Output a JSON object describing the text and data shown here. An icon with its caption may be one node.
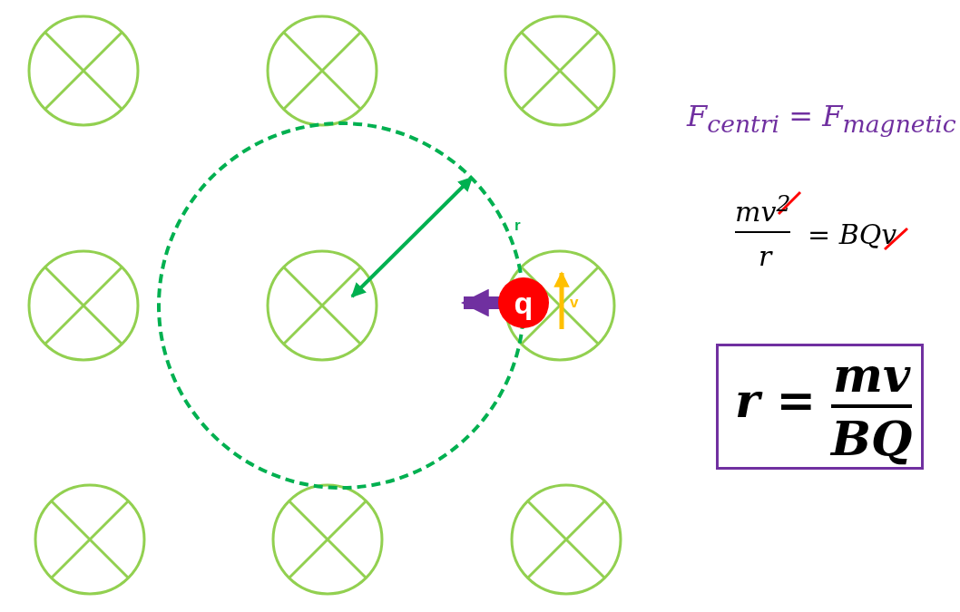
{
  "diagram": {
    "nodes": [
      {
        "text": [
          "q"
        ]
      },
      {
        "text": [
          "r =",
          "mv",
          "BQ"
        ]
      }
    ],
    "edges": [],
    "labels": [
      "F$_{centri}$ = F$_{magnetic}$",
      "mv$^{2}$",
      "r",
      "= BQv",
      "r",
      "v"
    ]
  }
}
